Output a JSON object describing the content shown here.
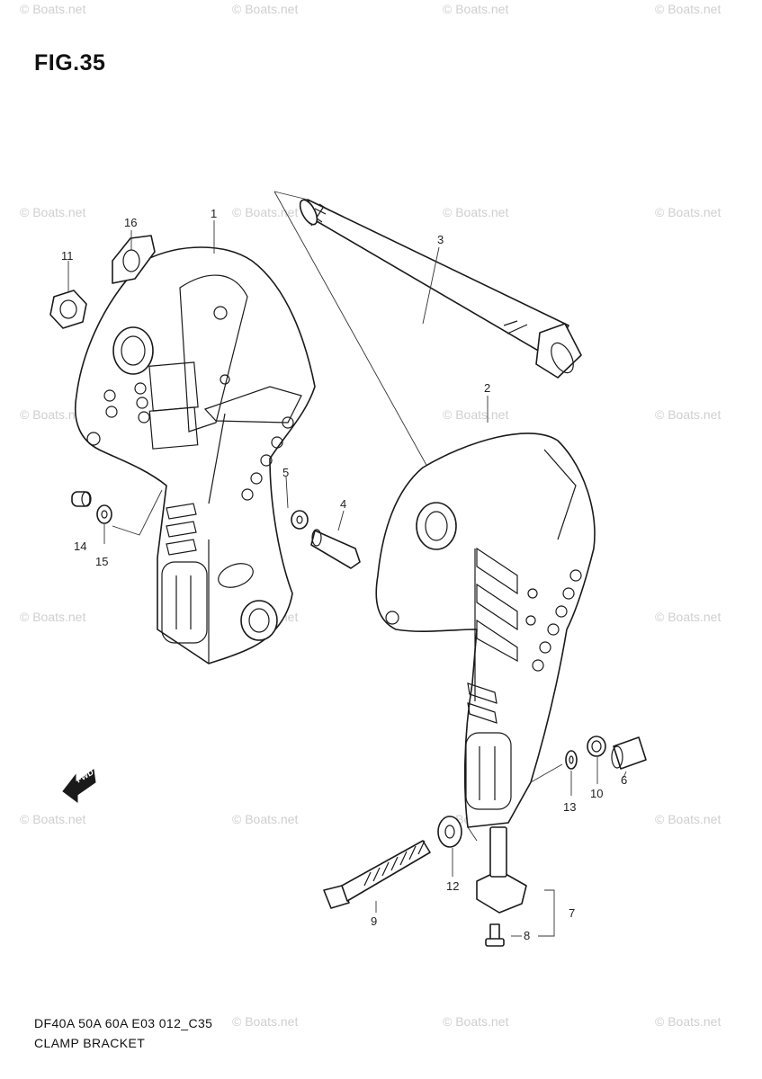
{
  "figure": {
    "title": "FIG.35",
    "code": "DF40A 50A 60A E03 012_C35",
    "name": "CLAMP BRACKET"
  },
  "watermark": "© Boats.net",
  "callouts": {
    "c1": "1",
    "c2": "2",
    "c3": "3",
    "c4": "4",
    "c5": "5",
    "c6": "6",
    "c7": "7",
    "c8": "8",
    "c9": "9",
    "c10": "10",
    "c11": "11",
    "c12": "12",
    "c13": "13",
    "c14": "14",
    "c15": "15",
    "c16": "16"
  },
  "fwd_label": "FWD",
  "colors": {
    "line": "#1a1a1a",
    "watermark": "#cfcfcf"
  }
}
